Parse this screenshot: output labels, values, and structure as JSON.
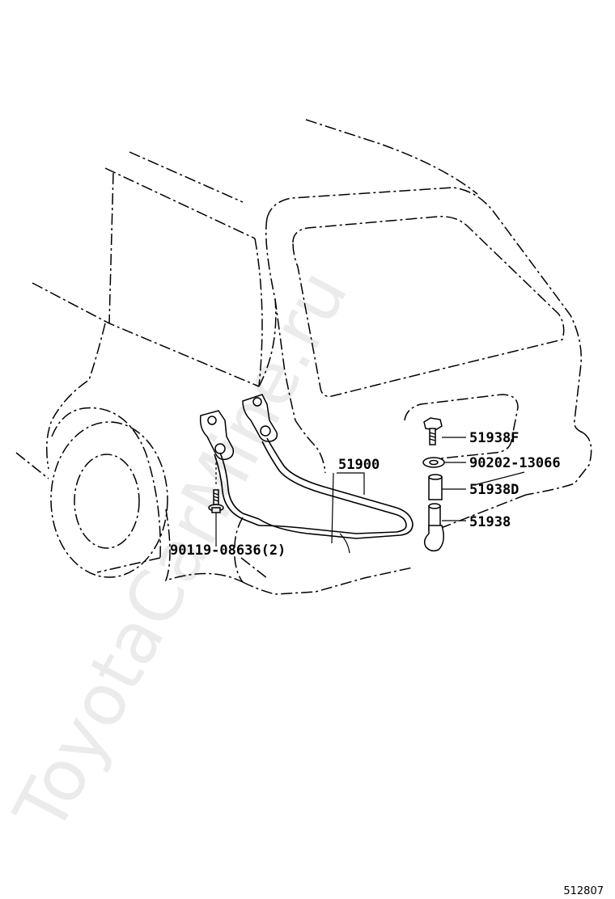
{
  "watermark": "ToyotaCarMine.ru",
  "diagram_id": "512807",
  "parts": [
    {
      "number": "51938F",
      "key": "bolt"
    },
    {
      "number": "90202-13066",
      "key": "washer"
    },
    {
      "number": "51938D",
      "key": "spacer"
    },
    {
      "number": "51938",
      "key": "bracket"
    },
    {
      "number": "51900",
      "key": "carrier"
    },
    {
      "number": "90119-08636(2)",
      "key": "hanger-bolt"
    }
  ]
}
